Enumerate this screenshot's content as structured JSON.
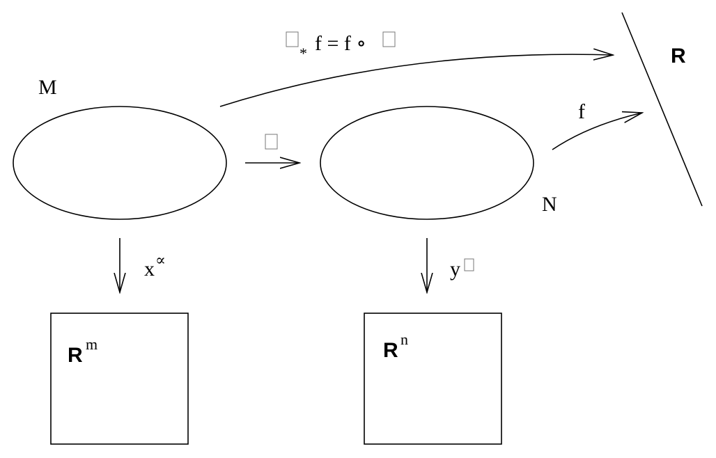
{
  "labels": {
    "manifold_m": "M",
    "manifold_n": "N",
    "reals": "R",
    "f": "f",
    "top_arrow_prefix": "",
    "top_arrow_subscript": "*",
    "top_arrow_mid": "f = f ∘",
    "coord_x": "x",
    "coord_x_sup": "∝",
    "coord_y": "y",
    "rm_base": "R",
    "rm_sup": "m",
    "rn_base": "R",
    "rn_sup": "n"
  },
  "colors": {
    "stroke": "#000000",
    "missing_glyph": "#777777"
  }
}
